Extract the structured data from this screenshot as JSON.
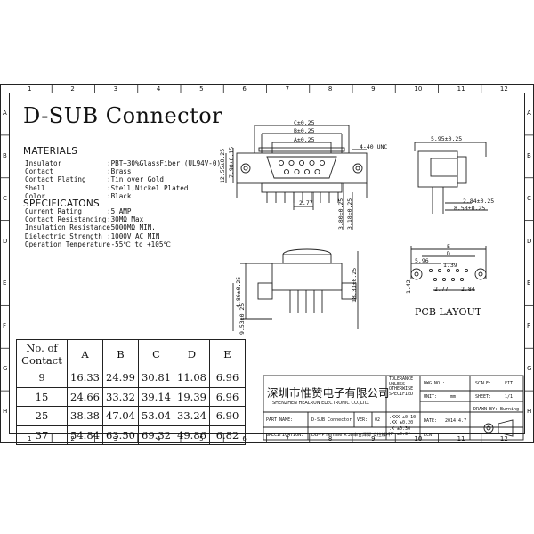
{
  "title": "D-SUB Connector",
  "frame": {
    "columns": [
      "1",
      "2",
      "3",
      "4",
      "5",
      "6",
      "7",
      "8",
      "9",
      "10",
      "11",
      "12"
    ],
    "rows": [
      "A",
      "B",
      "C",
      "D",
      "E",
      "F",
      "G",
      "H"
    ]
  },
  "materials": {
    "heading": "MATERIALS",
    "items": [
      {
        "label": "Insulator",
        "value": ":PBT+30%GlassFiber,(UL94V-0)"
      },
      {
        "label": "Contact",
        "value": ":Brass"
      },
      {
        "label": "Contact Plating",
        "value": ":Tin over Gold"
      },
      {
        "label": "Shell",
        "value": ":Stell,Nickel Plated"
      },
      {
        "label": "Color",
        "value": ":Black"
      }
    ]
  },
  "specifications": {
    "heading": "SPECIFICATONS",
    "items": [
      {
        "label": "Current Rating",
        "value": ":5 AMP"
      },
      {
        "label": "Contact Resistanding",
        "value": ":30MΩ Max"
      },
      {
        "label": "Insulation Resistance",
        "value": ":5000MΩ MIN."
      },
      {
        "label": "Dielectric Strength",
        "value": ":1000V AC MIN"
      },
      {
        "label": "Operation Temperature",
        "value": ":-55℃ to +105℃"
      }
    ]
  },
  "drawing_labels": {
    "c_dim": "C±0.25",
    "b_dim": "B±0.25",
    "a_dim": "A±0.25",
    "unc": "4-40 UNC",
    "h1": "12.55±0.25",
    "h2": "7.90±0.15",
    "d_277": "2.77",
    "d_380": "3.80±0.25",
    "d_318": "3.18±0.25",
    "side_w": "5.95±0.25",
    "side_284": "2.84±0.25",
    "side_858": "8.58±0.25",
    "front_480": "4.80±0.25",
    "front_953": "9.53±0.25",
    "front_1833": "18.33±0.25",
    "pcb_e": "E",
    "pcb_d": "D",
    "pcb_596": "5.96",
    "pcb_139": "1.39",
    "pcb_142": "1.42",
    "pcb_277": "2.77",
    "pcb_284": "2.84",
    "pcb_layout": "PCB LAYOUT"
  },
  "dimension_table": {
    "header": {
      "col0_line1": "No. of",
      "col0_line2": "Contact",
      "cols": [
        "A",
        "B",
        "C",
        "D",
        "E"
      ]
    },
    "rows": [
      {
        "contact": "9",
        "values": [
          "16.33",
          "24.99",
          "30.81",
          "11.08",
          "6.96"
        ]
      },
      {
        "contact": "15",
        "values": [
          "24.66",
          "33.32",
          "39.14",
          "19.39",
          "6.96"
        ]
      },
      {
        "contact": "25",
        "values": [
          "38.38",
          "47.04",
          "53.04",
          "33.24",
          "6.90"
        ]
      },
      {
        "contact": "37",
        "values": [
          "54.84",
          "63.50",
          "69.32",
          "49.86",
          "6.82"
        ]
      }
    ]
  },
  "title_block": {
    "company_cn": "深圳市惟赞电子有限公司",
    "company_en": "SHENZHEN HEALRUN ELECTRONIC CO.,LTD.",
    "tolerance": [
      "TOLERANCE",
      "UNLESS",
      "OTHERWISE",
      "SPECIFIED"
    ],
    "tolerance_values": [
      ".XXX ±0.10",
      ".XX  ±0.20",
      ".X   ±0.30",
      "X°   ±0.3°"
    ],
    "dwg_no_label": "DWG NO.:",
    "scale_label": "SCALE:",
    "scale_value": "FIT",
    "unit_label": "UNIT:",
    "unit_value": "mm",
    "sheet_label": "SHEET:",
    "sheet_value": "1/1",
    "part_name_label": "PART NAME:",
    "part_name_value": "D-SUB Connector",
    "ver_label": "VER:",
    "ver_value": "02",
    "drawn_by_label": "DRAWN BY:",
    "drawn_by_value": "Burning",
    "spec_label": "SPECIFICATION:",
    "spec_value": "DB-*P Female 4.38串合焊脚 支柱鳞片",
    "date_label": "DATE:",
    "date_value": "2014.4.7",
    "ecn_label": "ECN:"
  }
}
